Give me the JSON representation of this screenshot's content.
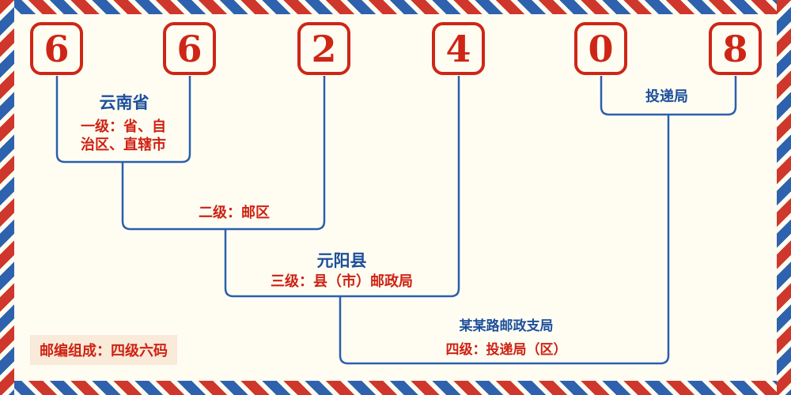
{
  "postal_code": {
    "digits": [
      "6",
      "6",
      "2",
      "4",
      "0",
      "8"
    ]
  },
  "labels": {
    "level1_region": "云南省",
    "level1_desc_line1": "一级：省、自",
    "level1_desc_line2": "治区、直辖市",
    "level2_desc": "二级：邮区",
    "level3_region": "元阳县",
    "level3_desc": "三级：县（市）邮政局",
    "level4_office": "投递局",
    "level4_branch": "某某路邮政支局",
    "level4_desc": "四级：投递局（区）",
    "footer_note": "邮编组成：四级六码"
  },
  "colors": {
    "digit_red": "#ce2616",
    "text_red": "#ce2213",
    "text_blue": "#1d4f9c",
    "line_blue": "#2a5fae",
    "background": "#fffdf2"
  }
}
